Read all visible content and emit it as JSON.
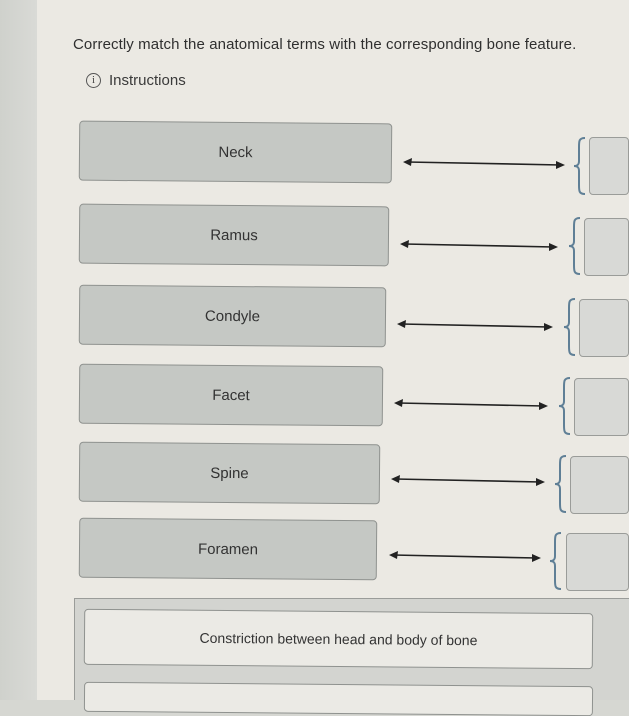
{
  "prompt": "Correctly match the anatomical terms with the corresponding bone feature.",
  "instructions": {
    "label": "Instructions",
    "icon": "info-icon",
    "icon_glyph": "i"
  },
  "terms": [
    {
      "label": "Neck"
    },
    {
      "label": "Ramus"
    },
    {
      "label": "Condyle"
    },
    {
      "label": "Facet"
    },
    {
      "label": "Spine"
    },
    {
      "label": "Foramen"
    }
  ],
  "drop_slots": [
    {
      "value": ""
    },
    {
      "value": ""
    },
    {
      "value": ""
    },
    {
      "value": ""
    },
    {
      "value": ""
    },
    {
      "value": ""
    }
  ],
  "answer_bank": {
    "options": [
      {
        "label": "Constriction between head and body of bone"
      },
      {
        "label": ""
      }
    ]
  },
  "colors": {
    "term_bg": "#c5c8c4",
    "page_bg": "#ebe9e3",
    "brace": "#5f7f96",
    "arrow": "#222222"
  }
}
